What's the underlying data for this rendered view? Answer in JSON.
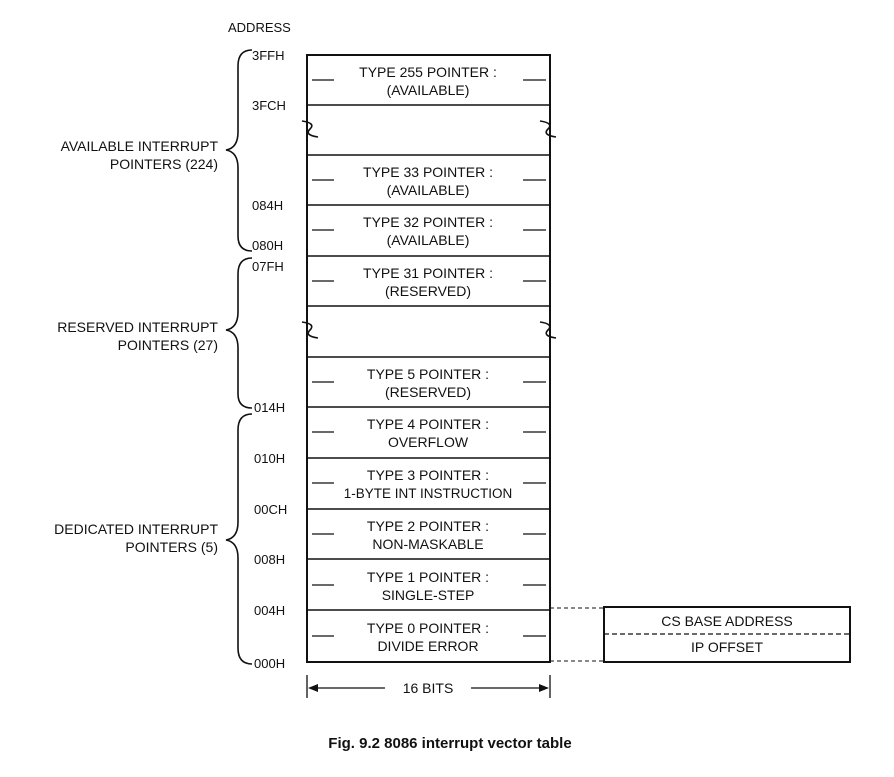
{
  "address_header": "ADDRESS",
  "cells": [
    {
      "line1": "TYPE 255 POINTER :",
      "line2": "(AVAILABLE)"
    },
    {
      "line1": "TYPE 33 POINTER :",
      "line2": "(AVAILABLE)"
    },
    {
      "line1": "TYPE 32 POINTER :",
      "line2": "(AVAILABLE)"
    },
    {
      "line1": "TYPE 31 POINTER :",
      "line2": "(RESERVED)"
    },
    {
      "line1": "TYPE 5 POINTER :",
      "line2": "(RESERVED)"
    },
    {
      "line1": "TYPE 4 POINTER :",
      "line2": "OVERFLOW"
    },
    {
      "line1": "TYPE 3 POINTER :",
      "line2": "1-BYTE INT INSTRUCTION"
    },
    {
      "line1": "TYPE 2 POINTER :",
      "line2": "NON-MASKABLE"
    },
    {
      "line1": "TYPE 1 POINTER :",
      "line2": "SINGLE-STEP"
    },
    {
      "line1": "TYPE 0 POINTER :",
      "line2": "DIVIDE ERROR"
    }
  ],
  "addresses": [
    "3FFH",
    "3FCH",
    "084H",
    "080H",
    "07FH",
    "014H",
    "010H",
    "00CH",
    "008H",
    "004H",
    "000H"
  ],
  "groups": [
    {
      "line1": "AVAILABLE INTERRUPT",
      "line2": "POINTERS (224)"
    },
    {
      "line1": "RESERVED INTERRUPT",
      "line2": "POINTERS (27)"
    },
    {
      "line1": "DEDICATED INTERRUPT",
      "line2": "POINTERS (5)"
    }
  ],
  "width_label": "16 BITS",
  "detail": {
    "top": "CS BASE ADDRESS",
    "bottom": "IP OFFSET"
  },
  "caption": "Fig. 9.2 8086 interrupt vector table"
}
